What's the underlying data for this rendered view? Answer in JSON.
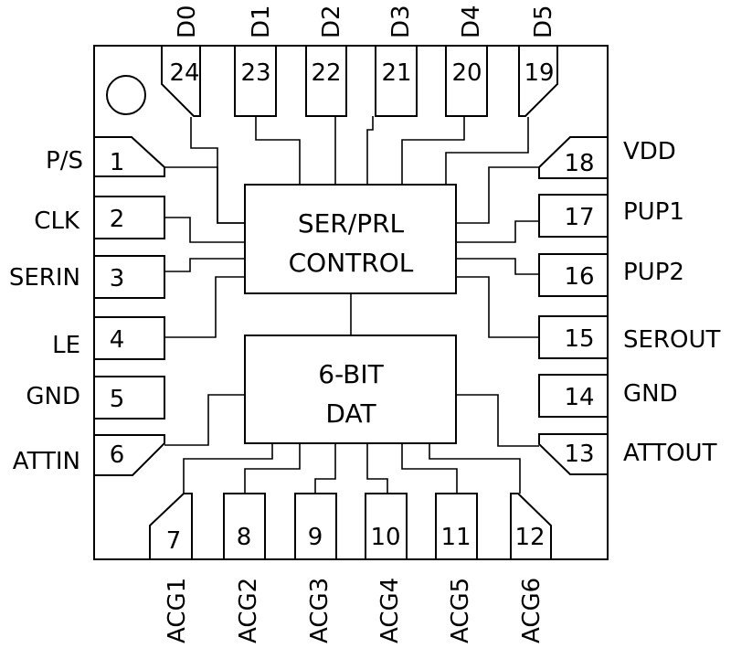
{
  "pins": {
    "p1": {
      "num": "1",
      "name": "P/S"
    },
    "p2": {
      "num": "2",
      "name": "CLK"
    },
    "p3": {
      "num": "3",
      "name": "SERIN"
    },
    "p4": {
      "num": "4",
      "name": "LE"
    },
    "p5": {
      "num": "5",
      "name": "GND"
    },
    "p6": {
      "num": "6",
      "name": "ATTIN"
    },
    "p7": {
      "num": "7",
      "name": "ACG1"
    },
    "p8": {
      "num": "8",
      "name": "ACG2"
    },
    "p9": {
      "num": "9",
      "name": "ACG3"
    },
    "p10": {
      "num": "10",
      "name": "ACG4"
    },
    "p11": {
      "num": "11",
      "name": "ACG5"
    },
    "p12": {
      "num": "12",
      "name": "ACG6"
    },
    "p13": {
      "num": "13",
      "name": "ATTOUT"
    },
    "p14": {
      "num": "14",
      "name": "GND"
    },
    "p15": {
      "num": "15",
      "name": "SEROUT"
    },
    "p16": {
      "num": "16",
      "name": "PUP2"
    },
    "p17": {
      "num": "17",
      "name": "PUP1"
    },
    "p18": {
      "num": "18",
      "name": "VDD"
    },
    "p19": {
      "num": "19",
      "name": "D5"
    },
    "p20": {
      "num": "20",
      "name": "D4"
    },
    "p21": {
      "num": "21",
      "name": "D3"
    },
    "p22": {
      "num": "22",
      "name": "D2"
    },
    "p23": {
      "num": "23",
      "name": "D1"
    },
    "p24": {
      "num": "24",
      "name": "D0"
    }
  },
  "blocks": {
    "control": {
      "line1": "SER/PRL",
      "line2": "CONTROL"
    },
    "attenuator": {
      "line1": "6-BIT",
      "line2": "DAT"
    }
  }
}
